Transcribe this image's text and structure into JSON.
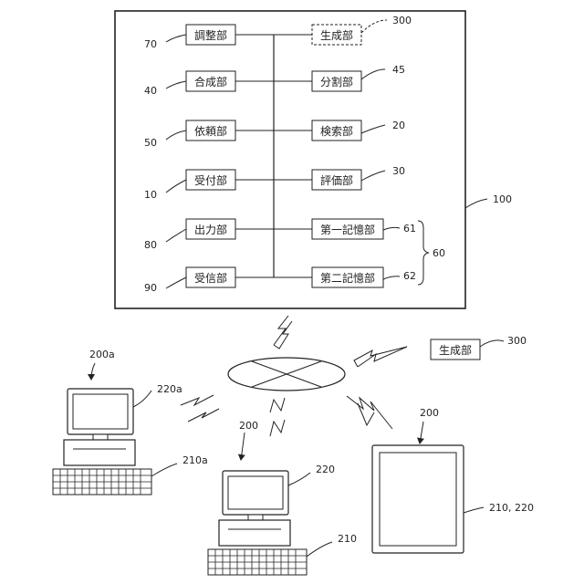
{
  "system_box": {
    "ref": "100",
    "left_units": [
      {
        "ref": "70",
        "label": "調整部"
      },
      {
        "ref": "40",
        "label": "合成部"
      },
      {
        "ref": "50",
        "label": "依頼部"
      },
      {
        "ref": "10",
        "label": "受付部"
      },
      {
        "ref": "80",
        "label": "出力部"
      },
      {
        "ref": "90",
        "label": "受信部"
      }
    ],
    "right_units": [
      {
        "ref": "300",
        "label": "生成部",
        "dashed": true
      },
      {
        "ref": "45",
        "label": "分割部"
      },
      {
        "ref": "20",
        "label": "検索部"
      },
      {
        "ref": "30",
        "label": "評価部"
      },
      {
        "ref": "61",
        "label": "第一記憶部"
      },
      {
        "ref": "62",
        "label": "第二記憶部"
      }
    ],
    "storage_group_ref": "60"
  },
  "external_generator": {
    "ref": "300",
    "label": "生成部"
  },
  "terminals": {
    "desktop_a": {
      "ref": "200a",
      "monitor_ref": "220a",
      "keyboard_ref": "210a"
    },
    "desktop_b": {
      "ref": "200",
      "monitor_ref": "220",
      "keyboard_ref": "210"
    },
    "tablet": {
      "ref": "200",
      "screen_ref": "210, 220"
    }
  }
}
